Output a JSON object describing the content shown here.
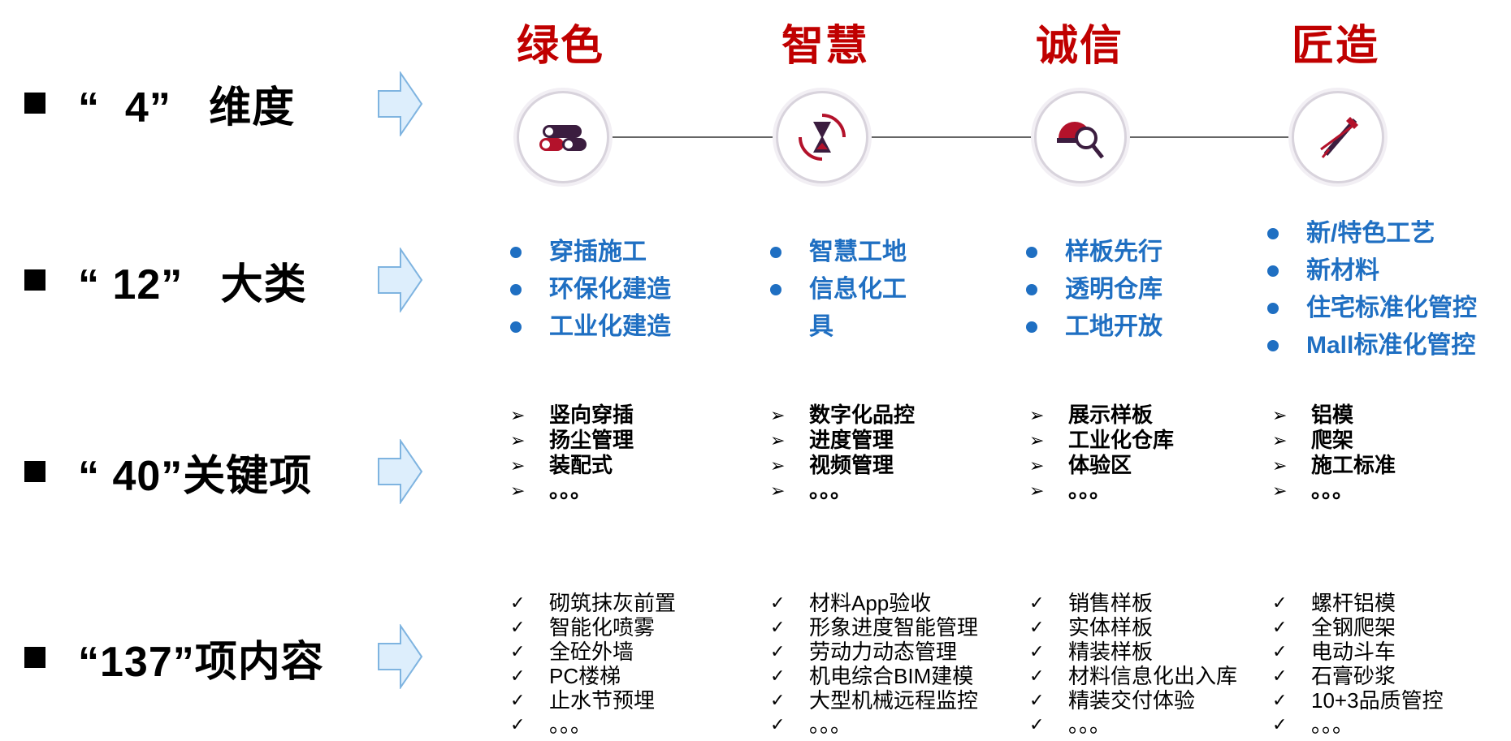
{
  "rows": [
    {
      "label": "“  4”   维度"
    },
    {
      "label": "“ 12”   大类"
    },
    {
      "label": "“ 40”关键项"
    },
    {
      "label": "“137”项内容"
    }
  ],
  "colors": {
    "title_red": "#c00000",
    "category_blue": "#1f6fc2",
    "arrow_fill": "#ddeefc",
    "arrow_stroke": "#7fb4e0",
    "icon_dark": "#3b1d3f",
    "icon_red": "#b3122b"
  },
  "dimensions": [
    {
      "title": "绿色",
      "icon": "brick-stack-icon"
    },
    {
      "title": "智慧",
      "icon": "hourglass-cycle-icon"
    },
    {
      "title": "诚信",
      "icon": "magnifier-helmet-icon"
    },
    {
      "title": "匠造",
      "icon": "pen-compass-icon"
    }
  ],
  "categories": [
    [
      "穿插施工",
      "环保化建造",
      "工业化建造"
    ],
    [
      "智慧工地",
      "信息化工具"
    ],
    [
      "样板先行",
      "透明仓库",
      "工地开放"
    ],
    [
      "新/特色工艺",
      "新材料",
      "住宅标准化管控",
      "Mall标准化管控"
    ]
  ],
  "key_items": [
    [
      "竖向穿插",
      "扬尘管理",
      "装配式",
      "。。。"
    ],
    [
      "数字化品控",
      "进度管理",
      "视频管理",
      "。。。"
    ],
    [
      "展示样板",
      "工业化仓库",
      "体验区",
      "。。。"
    ],
    [
      "铝模",
      "爬架",
      "施工标准",
      "。。。"
    ]
  ],
  "contents": [
    [
      "砌筑抹灰前置",
      "智能化喷雾",
      "全砼外墙",
      "PC楼梯",
      "止水节预埋",
      "。。。"
    ],
    [
      "材料App验收",
      "形象进度智能管理",
      "劳动力动态管理",
      "机电综合BIM建模",
      "大型机械远程监控",
      "。。。"
    ],
    [
      "销售样板",
      "实体样板",
      "精装样板",
      "材料信息化出入库",
      "精装交付体验",
      "。。。"
    ],
    [
      "螺杆铝模",
      "全钢爬架",
      "电动斗车",
      "石膏砂浆",
      "10+3品质管控",
      "。。。"
    ]
  ],
  "bullet_symbols": {
    "key": "➢",
    "content": "✓"
  }
}
